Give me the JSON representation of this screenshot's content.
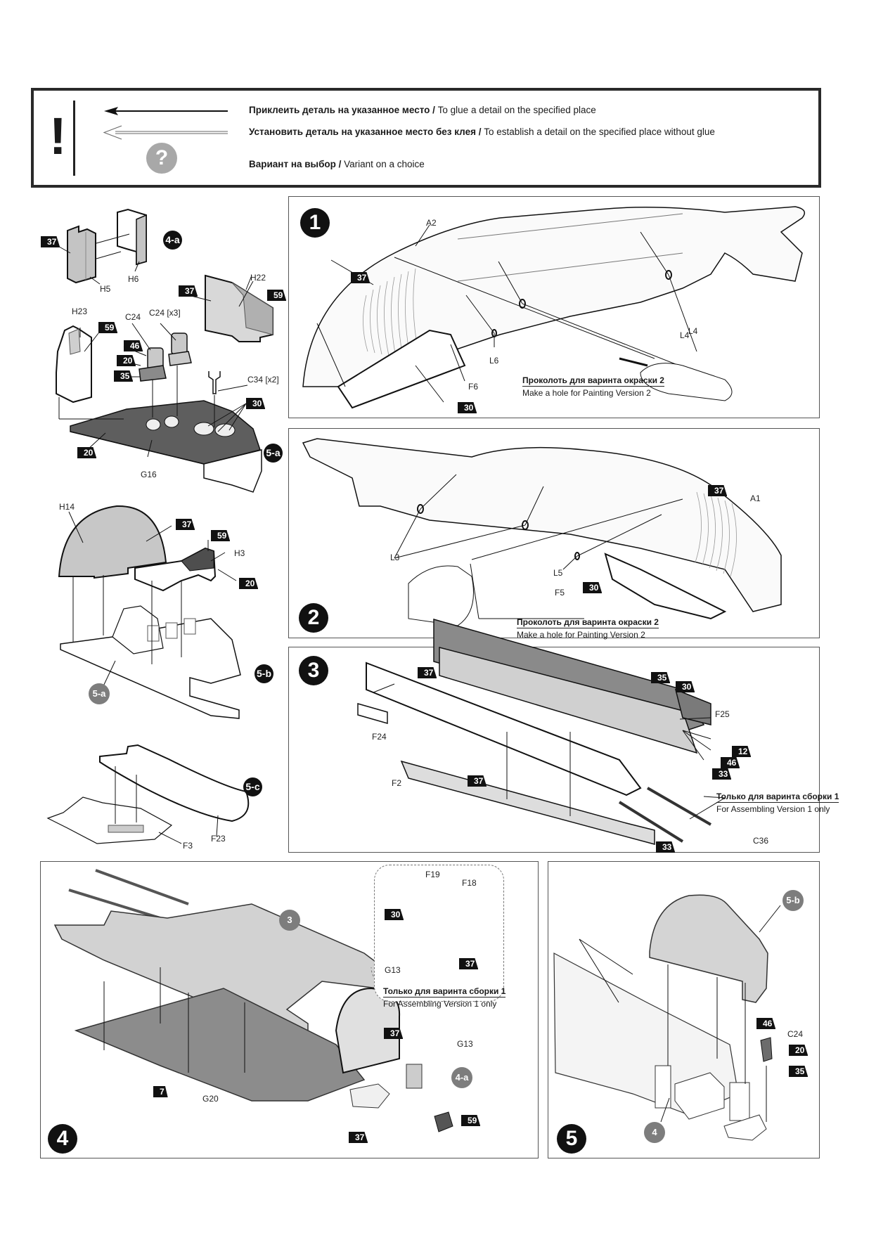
{
  "legend": {
    "exclamation": "!",
    "items": [
      {
        "icon": "solid-arrow-left-icon",
        "ru": "Приклеить деталь на указанное место /",
        "en": " To glue a detail on the specified place"
      },
      {
        "icon": "outline-arrow-left-icon",
        "ru": "Установить деталь на указанное место без клея /",
        "en": " To establish a detail on the specified place without glue"
      },
      {
        "icon": "question-circle-icon",
        "glyph": "?",
        "ru": "Вариант на выбор  /",
        "en": " Variant on a choice"
      }
    ]
  },
  "subassemblies": {
    "s4a": {
      "badge": "4-a",
      "parts": [
        "H5",
        "H6"
      ],
      "paints": [
        "37"
      ]
    },
    "s5a": {
      "badge": "5-a",
      "parts": [
        "H22",
        "H23",
        "C24",
        "C24 [x3]",
        "C34 [x2]",
        "G16"
      ],
      "paints": [
        "37",
        "59",
        "59",
        "46",
        "20",
        "35",
        "30",
        "20"
      ]
    },
    "s5b": {
      "badge": "5-b",
      "parts": [
        "H14",
        "H3"
      ],
      "paints": [
        "37",
        "59",
        "20"
      ],
      "ref": "5-a"
    },
    "s5c": {
      "badge": "5-c",
      "parts": [
        "F23",
        "F3"
      ]
    }
  },
  "steps": [
    {
      "number": "1",
      "parts": [
        "A2",
        "L4",
        "L4",
        "L6",
        "F6"
      ],
      "paints": [
        "37",
        "30"
      ],
      "note_ru": "Проколоть для варинта окраски 2",
      "note_en": "Make a hole for Painting Version 2"
    },
    {
      "number": "2",
      "parts": [
        "A1",
        "L3",
        "L5",
        "F5"
      ],
      "paints": [
        "37",
        "30"
      ],
      "note_ru": "Проколоть для варинта окраски 2",
      "note_en": "Make a hole for Painting Version 2"
    },
    {
      "number": "3",
      "parts": [
        "F24",
        "F25",
        "F2",
        "C36"
      ],
      "paints": [
        "37",
        "35",
        "30",
        "12",
        "46",
        "33",
        "37",
        "33"
      ],
      "note_ru": "Только для варинта сборки 1",
      "note_en": "For Assembling Version 1 only"
    },
    {
      "number": "4",
      "parts": [
        "G20",
        "G13",
        "F19",
        "F18",
        "G13"
      ],
      "paints": [
        "7",
        "37",
        "37",
        "59",
        "30",
        "37"
      ],
      "refs": [
        "3",
        "4-a"
      ],
      "note_ru": "Только для варинта сборки 1",
      "note_en": "For Assembling Version 1 only"
    },
    {
      "number": "5",
      "parts": [
        "C24"
      ],
      "paints": [
        "46",
        "20",
        "35"
      ],
      "refs": [
        "5-b",
        "4"
      ]
    }
  ]
}
